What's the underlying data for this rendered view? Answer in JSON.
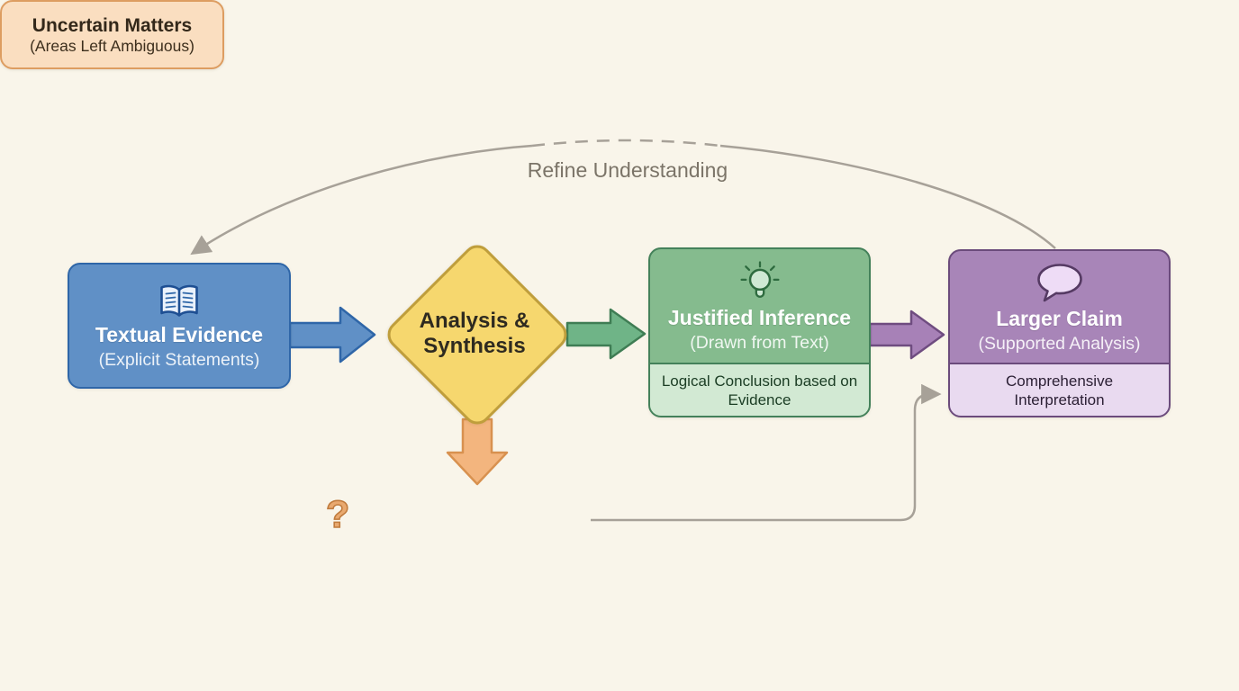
{
  "feedback_loop": {
    "label": "Refine Understanding"
  },
  "nodes": {
    "textual_evidence": {
      "title": "Textual Evidence",
      "subtitle": "(Explicit Statements)",
      "icon": "open-book-icon"
    },
    "analysis_synthesis": {
      "title_line1": "Analysis &",
      "title_line2": "Synthesis"
    },
    "justified_inference": {
      "title": "Justified Inference",
      "subtitle": "(Drawn from Text)",
      "note": "Logical Conclusion based on Evidence",
      "icon": "lightbulb-icon"
    },
    "larger_claim": {
      "title": "Larger Claim",
      "subtitle": "(Supported Analysis)",
      "note": "Comprehensive Interpretation",
      "icon": "speech-bubble-icon"
    },
    "uncertain_matters": {
      "title": "Uncertain Matters",
      "subtitle": "(Areas Left Ambiguous)",
      "question_glyph": "?",
      "icon": "question-mark-icon"
    }
  },
  "colors": {
    "background": "#f9f5ea",
    "blue_fill": "#6090c6",
    "blue_border": "#2f66a8",
    "yellow_fill": "#f6d76e",
    "yellow_border": "#bf9e3c",
    "green_fill": "#85bb8e",
    "green_border": "#44815a",
    "green_panel": "#d2e9d3",
    "green_arrow_fill": "#6fb487",
    "green_arrow_border": "#3f7d54",
    "purple_fill": "#a885b8",
    "purple_border": "#6b4b7c",
    "purple_panel": "#e9daf0",
    "purple_arrow_fill": "#a781b7",
    "purple_arrow_border": "#6f4c80",
    "orange_box_fill": "#fadec0",
    "orange_box_border": "#dd9d61",
    "orange_arrow_fill": "#f3b57e",
    "orange_arrow_border": "#d8914f",
    "gray_connector": "#a7a198",
    "feedback_text": "#7b7468"
  }
}
